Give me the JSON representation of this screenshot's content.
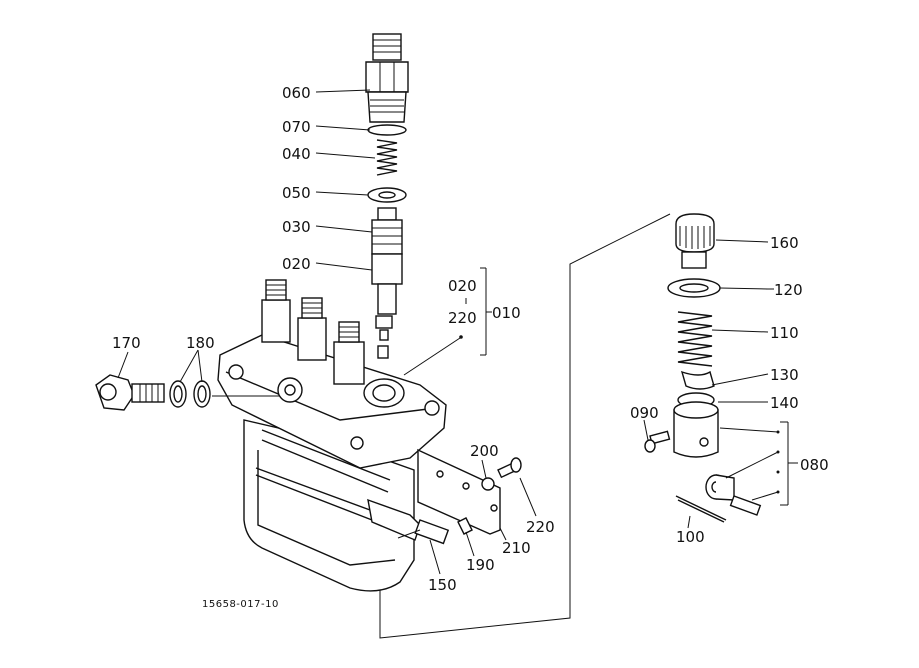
{
  "labels": {
    "p060": "060",
    "p070": "070",
    "p040": "040",
    "p050": "050",
    "p030": "030",
    "p020": "020",
    "p020b": "020",
    "p220": "220",
    "p010": "010",
    "p170": "170",
    "p180": "180",
    "p160": "160",
    "p120": "120",
    "p110": "110",
    "p130": "130",
    "p140": "140",
    "p090": "090",
    "p080": "080",
    "p100": "100",
    "p200": "200",
    "p220b": "220",
    "p210": "210",
    "p190": "190",
    "p150": "150",
    "drawing_code": "15658-017-10"
  },
  "colors": {
    "ink": "#111111",
    "paper": "#ffffff"
  }
}
